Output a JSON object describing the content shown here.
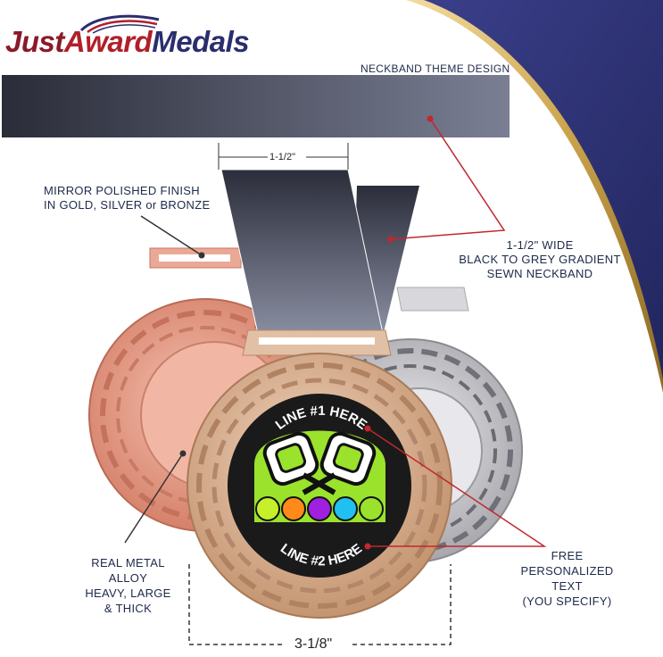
{
  "logo": {
    "part1": "Just",
    "part2": "Award",
    "part3": "Medals"
  },
  "labels": {
    "neckband_theme": "NECKBAND THEME DESIGN",
    "finish_line1": "MIRROR POLISHED FINISH",
    "finish_line2": "IN GOLD, SILVER or BRONZE",
    "width_dim": "1-1/2\"",
    "neckband_line1": "1-1/2\" WIDE",
    "neckband_line2": "BLACK TO GREY GRADIENT",
    "neckband_line3": "SEWN NECKBAND",
    "metal_line1": "REAL METAL",
    "metal_line2": "ALLOY",
    "metal_line3": "HEAVY, LARGE",
    "metal_line4": "& THICK",
    "text_line1": "FREE",
    "text_line2": "PERSONALIZED",
    "text_line3": "TEXT",
    "text_line4": "(YOU SPECIFY)",
    "diameter_dim": "3-1/8\""
  },
  "medal_insert": {
    "top_text": "LINE #1 HERE",
    "bottom_text": "LINE #2 HERE"
  },
  "colors": {
    "brand_navy": "#2a2e6e",
    "brand_red": "#b0202a",
    "gold_swoosh": "#c9a24a",
    "callout_red": "#c0282e",
    "bronze": "#e8a090",
    "silver": "#c8c8cc",
    "gold_medal": "#d9b497",
    "insert_green": "#9be22d"
  },
  "icons": {
    "logo_swoosh": "swoosh-icon",
    "paddles": "pickleball-paddles-icon",
    "balls": "pickleball-icon"
  }
}
